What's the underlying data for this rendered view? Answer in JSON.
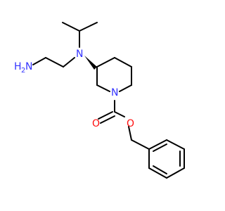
{
  "atom_labels": {
    "amine_h2": "H",
    "amine_sub": "2",
    "amine_n": "N",
    "tertiary_n": "N",
    "ring_n": "N",
    "carbonyl_o": "O",
    "ester_o": "O"
  },
  "colors": {
    "nitrogen": "#3333ff",
    "oxygen": "#ff0d0d",
    "bond": "#000000",
    "background": "#ffffff"
  }
}
